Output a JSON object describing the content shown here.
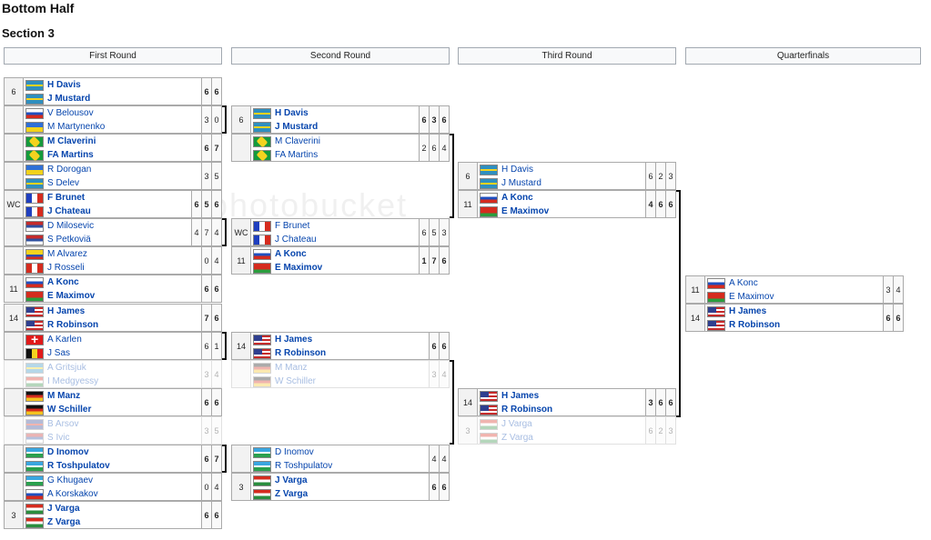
{
  "title": "Bottom Half",
  "section": "Section 3",
  "rounds": [
    "First Round",
    "Second Round",
    "Third Round",
    "Quarterfinals"
  ],
  "watermark": "photobucket",
  "matches": {
    "r1": [
      {
        "seed1": "6",
        "seed2": "",
        "p1": {
          "flag": "f-bs",
          "name": "H Davis"
        },
        "p2": {
          "flag": "f-bs",
          "name": "J Mustard"
        },
        "s1": [
          "6",
          "6"
        ],
        "s2": [
          "",
          ""
        ],
        "win": 1
      },
      {
        "seed1": "",
        "seed2": "",
        "p1": {
          "flag": "f-ru2",
          "name": "V Belousov"
        },
        "p2": {
          "flag": "f-ua",
          "name": "M Martynenko"
        },
        "s1": [
          "3",
          "0"
        ],
        "s2": [
          "",
          ""
        ],
        "win": 0
      },
      {
        "seed1": "",
        "seed2": "",
        "p1": {
          "flag": "f-br",
          "name": "M Claverini"
        },
        "p2": {
          "flag": "f-br",
          "name": "FA Martins"
        },
        "s1": [
          "6",
          "7"
        ],
        "s2": [
          "",
          ""
        ],
        "win": 1
      },
      {
        "seed1": "",
        "seed2": "",
        "p1": {
          "flag": "f-ua",
          "name": "R Dorogan"
        },
        "p2": {
          "flag": "f-bs",
          "name": "S Delev"
        },
        "s1": [
          "3",
          "5"
        ],
        "s2": [
          "",
          ""
        ],
        "win": 0
      },
      {
        "seed1": "WC",
        "seed2": "",
        "p1": {
          "flag": "f-fr",
          "name": "F Brunet"
        },
        "p2": {
          "flag": "f-fr",
          "name": "J Chateau"
        },
        "s1": [
          "6",
          "5",
          "6"
        ],
        "s2": [
          "",
          "",
          ""
        ],
        "win": 1
      },
      {
        "seed1": "",
        "seed2": "",
        "p1": {
          "flag": "f-rs",
          "name": "D Milosevic"
        },
        "p2": {
          "flag": "f-rs",
          "name": "S Petkoviä"
        },
        "s1": [
          "4",
          "7",
          "4"
        ],
        "s2": [
          "",
          "",
          ""
        ],
        "win": 0
      },
      {
        "seed1": "",
        "seed2": "",
        "p1": {
          "flag": "f-ec",
          "name": "M Alvarez"
        },
        "p2": {
          "flag": "f-pe",
          "name": "J Rosseli"
        },
        "s1": [
          "0",
          "4"
        ],
        "s2": [
          "",
          ""
        ],
        "win": 0
      },
      {
        "seed1": "11",
        "seed2": "",
        "p1": {
          "flag": "f-sk",
          "name": "A Konc"
        },
        "p2": {
          "flag": "f-by",
          "name": "E Maximov"
        },
        "s1": [
          "6",
          "6"
        ],
        "s2": [
          "",
          ""
        ],
        "win": 1
      },
      {
        "seed1": "14",
        "seed2": "",
        "p1": {
          "flag": "f-us",
          "name": "H James"
        },
        "p2": {
          "flag": "f-us",
          "name": "R Robinson"
        },
        "s1": [
          "7",
          "6"
        ],
        "s2": [
          "",
          ""
        ],
        "win": 1
      },
      {
        "seed1": "",
        "seed2": "",
        "p1": {
          "flag": "f-ch",
          "name": "A Karlen"
        },
        "p2": {
          "flag": "f-be",
          "name": "J Sas"
        },
        "s1": [
          "6",
          "1"
        ],
        "s2": [
          "",
          ""
        ],
        "win": 0
      },
      {
        "seed1": "",
        "seed2": "",
        "p1": {
          "flag": "f-bs",
          "name": "A Gritsjuk"
        },
        "p2": {
          "flag": "f-hu",
          "name": "I Medgyessy"
        },
        "s1": [
          "3",
          "4"
        ],
        "s2": [
          "",
          ""
        ],
        "win": 0
      },
      {
        "seed1": "",
        "seed2": "",
        "p1": {
          "flag": "f-de",
          "name": "M Manz"
        },
        "p2": {
          "flag": "f-de",
          "name": "W Schiller"
        },
        "s1": [
          "6",
          "6"
        ],
        "s2": [
          "",
          ""
        ],
        "win": 1
      },
      {
        "seed1": "",
        "seed2": "",
        "p1": {
          "flag": "f-uk",
          "name": "B Arsov"
        },
        "p2": {
          "flag": "f-rs",
          "name": "S Ivic"
        },
        "s1": [
          "3",
          "5"
        ],
        "s2": [
          "",
          ""
        ],
        "win": 0
      },
      {
        "seed1": "",
        "seed2": "",
        "p1": {
          "flag": "f-uz",
          "name": "D Inomov"
        },
        "p2": {
          "flag": "f-uz",
          "name": "R Toshpulatov"
        },
        "s1": [
          "6",
          "7"
        ],
        "s2": [
          "",
          ""
        ],
        "win": 1
      },
      {
        "seed1": "",
        "seed2": "",
        "p1": {
          "flag": "f-uz",
          "name": "G Khugaev"
        },
        "p2": {
          "flag": "f-ru2",
          "name": "A Korskakov"
        },
        "s1": [
          "0",
          "4"
        ],
        "s2": [
          "",
          ""
        ],
        "win": 0
      },
      {
        "seed1": "3",
        "seed2": "",
        "p1": {
          "flag": "f-hu",
          "name": "J Varga"
        },
        "p2": {
          "flag": "f-hu",
          "name": "Z Varga"
        },
        "s1": [
          "6",
          "6"
        ],
        "s2": [
          "",
          ""
        ],
        "win": 1
      }
    ],
    "r2": [
      {
        "seed1": "6",
        "seed2": "",
        "p1": {
          "flag": "f-bs",
          "name": "H Davis"
        },
        "p2": {
          "flag": "f-bs",
          "name": "J Mustard"
        },
        "s1": [
          "6",
          "3",
          "6"
        ],
        "s2": [
          "",
          "",
          ""
        ],
        "win": 1
      },
      {
        "seed1": "",
        "seed2": "",
        "p1": {
          "flag": "f-br",
          "name": "M Claverini"
        },
        "p2": {
          "flag": "f-br",
          "name": "FA Martins"
        },
        "s1": [
          "2",
          "6",
          "4"
        ],
        "s2": [
          "",
          "",
          ""
        ],
        "win": 0
      },
      {
        "seed1": "WC",
        "seed2": "",
        "p1": {
          "flag": "f-fr",
          "name": "F Brunet"
        },
        "p2": {
          "flag": "f-fr",
          "name": "J Chateau"
        },
        "s1": [
          "6",
          "5",
          "3"
        ],
        "s2": [
          "",
          "",
          ""
        ],
        "win": 0
      },
      {
        "seed1": "11",
        "seed2": "",
        "p1": {
          "flag": "f-sk",
          "name": "A Konc"
        },
        "p2": {
          "flag": "f-by",
          "name": "E Maximov"
        },
        "s1": [
          "1",
          "7",
          "6"
        ],
        "s2": [
          "",
          "",
          ""
        ],
        "win": 1
      },
      {
        "seed1": "14",
        "seed2": "",
        "p1": {
          "flag": "f-us",
          "name": "H James"
        },
        "p2": {
          "flag": "f-us",
          "name": "R Robinson"
        },
        "s1": [
          "6",
          "6"
        ],
        "s2": [
          "",
          ""
        ],
        "win": 1
      },
      {
        "seed1": "",
        "seed2": "",
        "p1": {
          "flag": "f-de",
          "name": "M Manz"
        },
        "p2": {
          "flag": "f-de",
          "name": "W Schiller"
        },
        "s1": [
          "3",
          "4"
        ],
        "s2": [
          "",
          ""
        ],
        "win": 0
      },
      {
        "seed1": "",
        "seed2": "",
        "p1": {
          "flag": "f-uz",
          "name": "D Inomov"
        },
        "p2": {
          "flag": "f-uz",
          "name": "R Toshpulatov"
        },
        "s1": [
          "4",
          "4"
        ],
        "s2": [
          "",
          ""
        ],
        "win": 0
      },
      {
        "seed1": "3",
        "seed2": "",
        "p1": {
          "flag": "f-hu",
          "name": "J Varga"
        },
        "p2": {
          "flag": "f-hu",
          "name": "Z Varga"
        },
        "s1": [
          "6",
          "6"
        ],
        "s2": [
          "",
          ""
        ],
        "win": 1
      }
    ],
    "r3": [
      {
        "seed1": "6",
        "seed2": "",
        "p1": {
          "flag": "f-bs",
          "name": "H Davis"
        },
        "p2": {
          "flag": "f-bs",
          "name": "J Mustard"
        },
        "s1": [
          "6",
          "2",
          "3"
        ],
        "s2": [
          "",
          "",
          ""
        ],
        "win": 0
      },
      {
        "seed1": "11",
        "seed2": "",
        "p1": {
          "flag": "f-sk",
          "name": "A Konc"
        },
        "p2": {
          "flag": "f-by",
          "name": "E Maximov"
        },
        "s1": [
          "4",
          "6",
          "6"
        ],
        "s2": [
          "",
          "",
          ""
        ],
        "win": 1
      },
      {
        "seed1": "14",
        "seed2": "",
        "p1": {
          "flag": "f-us",
          "name": "H James"
        },
        "p2": {
          "flag": "f-us",
          "name": "R Robinson"
        },
        "s1": [
          "3",
          "6",
          "6"
        ],
        "s2": [
          "",
          "",
          ""
        ],
        "win": 1
      },
      {
        "seed1": "3",
        "seed2": "",
        "p1": {
          "flag": "f-hu",
          "name": "J Varga"
        },
        "p2": {
          "flag": "f-hu",
          "name": "Z Varga"
        },
        "s1": [
          "6",
          "2",
          "3"
        ],
        "s2": [
          "",
          "",
          ""
        ],
        "win": 0
      }
    ],
    "qf": [
      {
        "seed1": "11",
        "seed2": "",
        "p1": {
          "flag": "f-sk",
          "name": "A Konc"
        },
        "p2": {
          "flag": "f-by",
          "name": "E Maximov"
        },
        "s1": [
          "3",
          "4"
        ],
        "s2": [
          "",
          ""
        ],
        "win": 0
      },
      {
        "seed1": "14",
        "seed2": "",
        "p1": {
          "flag": "f-us",
          "name": "H James"
        },
        "p2": {
          "flag": "f-us",
          "name": "R Robinson"
        },
        "s1": [
          "6",
          "6"
        ],
        "s2": [
          "",
          ""
        ],
        "win": 1
      }
    ]
  }
}
